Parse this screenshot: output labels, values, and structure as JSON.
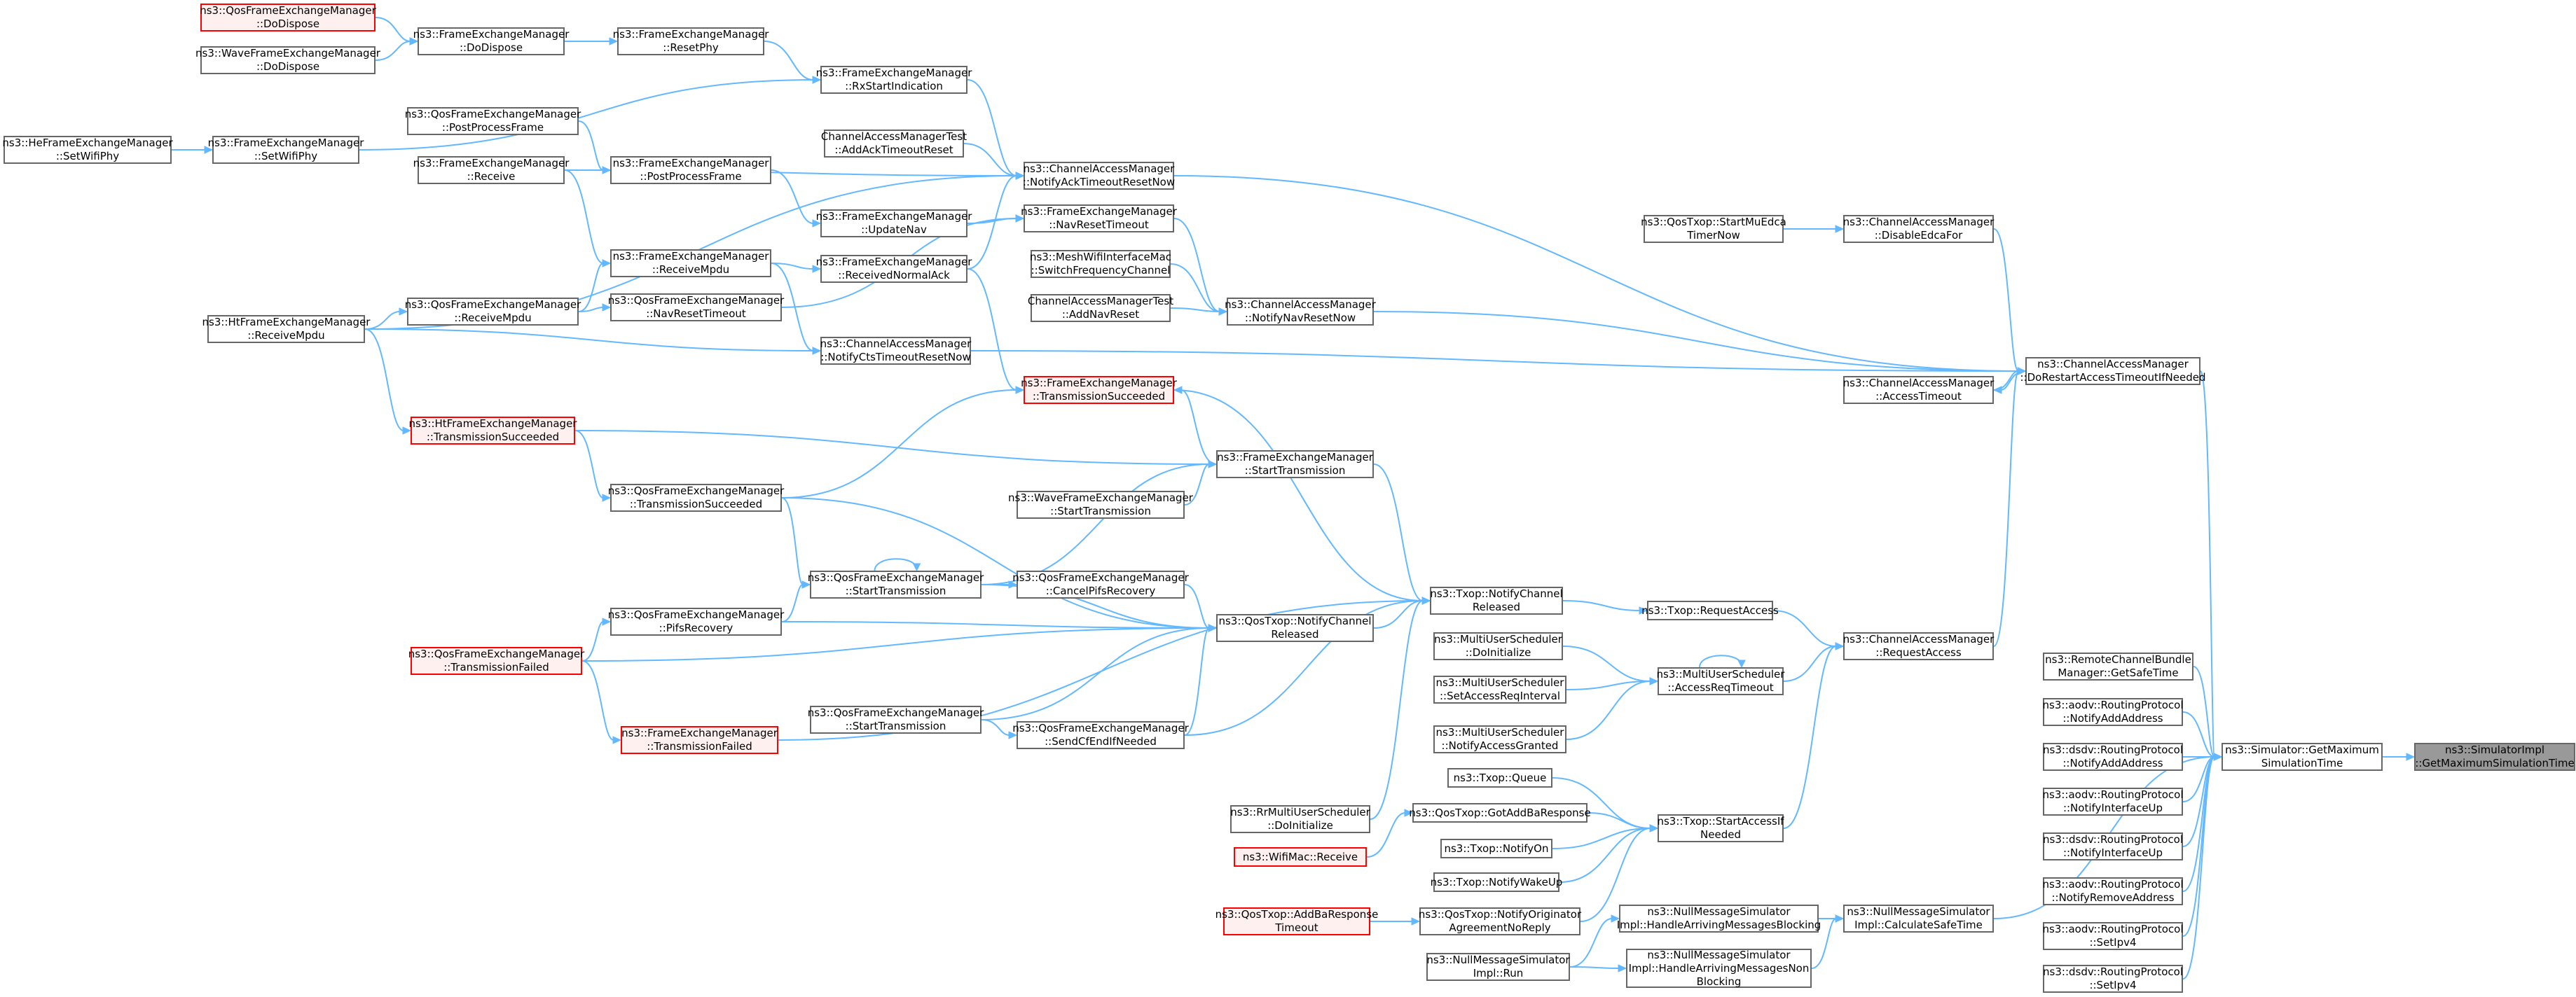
{
  "colors": {
    "edge": "#63b8ff",
    "node_border": "#666666",
    "node_red_border": "#ff0000",
    "node_red_fill": "#fff0f0",
    "focus_fill": "#999999"
  },
  "nodes": [
    {
      "id": "n0",
      "lines": [
        "ns3::SimulatorImpl",
        "::GetMaximumSimulationTime"
      ],
      "style": "focus"
    },
    {
      "id": "n1",
      "lines": [
        "ns3::Simulator::GetMaximum",
        "SimulationTime"
      ],
      "style": "normal"
    },
    {
      "id": "n2",
      "lines": [
        "ns3::ChannelAccessManager",
        "::DoRestartAccessTimeoutIfNeeded"
      ],
      "style": "normal"
    },
    {
      "id": "n3",
      "lines": [
        "ns3::ChannelAccessManager",
        "::AccessTimeout"
      ],
      "style": "normal"
    },
    {
      "id": "n4",
      "lines": [
        "ns3::ChannelAccessManager",
        "::DisableEdcaFor"
      ],
      "style": "normal"
    },
    {
      "id": "n5",
      "lines": [
        "ns3::QosTxop::StartMuEdca",
        "TimerNow"
      ],
      "style": "normal"
    },
    {
      "id": "n6",
      "lines": [
        "ns3::ChannelAccessManager",
        "::NotifyAckTimeoutResetNow"
      ],
      "style": "normal"
    },
    {
      "id": "n7",
      "lines": [
        "ChannelAccessManagerTest",
        "::AddAckTimeoutReset"
      ],
      "style": "normal"
    },
    {
      "id": "n8",
      "lines": [
        "ns3::FrameExchangeManager",
        "::RxStartIndication"
      ],
      "style": "normal"
    },
    {
      "id": "n9",
      "lines": [
        "ns3::FrameExchangeManager",
        "::ResetPhy"
      ],
      "style": "normal"
    },
    {
      "id": "n10",
      "lines": [
        "ns3::FrameExchangeManager",
        "::DoDispose"
      ],
      "style": "normal"
    },
    {
      "id": "n11",
      "lines": [
        "ns3::QosFrameExchangeManager",
        "::DoDispose"
      ],
      "style": "red"
    },
    {
      "id": "n12",
      "lines": [
        "ns3::WaveFrameExchangeManager",
        "::DoDispose"
      ],
      "style": "normal"
    },
    {
      "id": "n13",
      "lines": [
        "ns3::FrameExchangeManager",
        "::SetWifiPhy"
      ],
      "style": "normal"
    },
    {
      "id": "n14",
      "lines": [
        "ns3::HeFrameExchangeManager",
        "::SetWifiPhy"
      ],
      "style": "normal"
    },
    {
      "id": "n15",
      "lines": [
        "ns3::QosFrameExchangeManager",
        "::PostProcessFrame"
      ],
      "style": "normal"
    },
    {
      "id": "n16",
      "lines": [
        "ns3::FrameExchangeManager",
        "::PostProcessFrame"
      ],
      "style": "normal"
    },
    {
      "id": "n17",
      "lines": [
        "ns3::FrameExchangeManager",
        "::Receive"
      ],
      "style": "normal"
    },
    {
      "id": "n18",
      "lines": [
        "ns3::FrameExchangeManager",
        "::UpdateNav"
      ],
      "style": "normal"
    },
    {
      "id": "n19",
      "lines": [
        "ns3::FrameExchangeManager",
        "::NavResetTimeout"
      ],
      "style": "normal"
    },
    {
      "id": "n20",
      "lines": [
        "ns3::FrameExchangeManager",
        "::ReceiveMpdu"
      ],
      "style": "normal"
    },
    {
      "id": "n21",
      "lines": [
        "ns3::FrameExchangeManager",
        "::ReceivedNormalAck"
      ],
      "style": "normal"
    },
    {
      "id": "n22",
      "lines": [
        "ns3::MeshWifiInterfaceMac",
        "::SwitchFrequencyChannel"
      ],
      "style": "normal"
    },
    {
      "id": "n23",
      "lines": [
        "ns3::ChannelAccessManager",
        "::NotifyNavResetNow"
      ],
      "style": "normal"
    },
    {
      "id": "n24",
      "lines": [
        "ChannelAccessManagerTest",
        "::AddNavReset"
      ],
      "style": "normal"
    },
    {
      "id": "n25",
      "lines": [
        "ns3::QosFrameExchangeManager",
        "::ReceiveMpdu"
      ],
      "style": "normal"
    },
    {
      "id": "n26",
      "lines": [
        "ns3::QosFrameExchangeManager",
        "::NavResetTimeout"
      ],
      "style": "normal"
    },
    {
      "id": "n27",
      "lines": [
        "ns3::HtFrameExchangeManager",
        "::ReceiveMpdu"
      ],
      "style": "normal"
    },
    {
      "id": "n28",
      "lines": [
        "ns3::ChannelAccessManager",
        "::NotifyCtsTimeoutResetNow"
      ],
      "style": "normal"
    },
    {
      "id": "n29",
      "lines": [
        "ns3::FrameExchangeManager",
        "::TransmissionSucceeded"
      ],
      "style": "red"
    },
    {
      "id": "n30",
      "lines": [
        "ns3::HtFrameExchangeManager",
        "::TransmissionSucceeded"
      ],
      "style": "red"
    },
    {
      "id": "n31",
      "lines": [
        "ns3::FrameExchangeManager",
        "::StartTransmission"
      ],
      "style": "normal"
    },
    {
      "id": "n32",
      "lines": [
        "ns3::QosFrameExchangeManager",
        "::TransmissionSucceeded"
      ],
      "style": "normal"
    },
    {
      "id": "n33",
      "lines": [
        "ns3::WaveFrameExchangeManager",
        "::StartTransmission"
      ],
      "style": "normal"
    },
    {
      "id": "n34",
      "lines": [
        "ns3::QosFrameExchangeManager",
        "::StartTransmission"
      ],
      "style": "normal"
    },
    {
      "id": "n35",
      "lines": [
        "ns3::QosFrameExchangeManager",
        "::CancelPifsRecovery"
      ],
      "style": "normal"
    },
    {
      "id": "n36",
      "lines": [
        "ns3::Txop::NotifyChannel",
        "Released"
      ],
      "style": "normal"
    },
    {
      "id": "n37",
      "lines": [
        "ns3::Txop::RequestAccess"
      ],
      "style": "normal"
    },
    {
      "id": "n38",
      "lines": [
        "ns3::ChannelAccessManager",
        "::RequestAccess"
      ],
      "style": "normal"
    },
    {
      "id": "n39",
      "lines": [
        "ns3::QosFrameExchangeManager",
        "::PifsRecovery"
      ],
      "style": "normal"
    },
    {
      "id": "n40",
      "lines": [
        "ns3::QosTxop::NotifyChannel",
        "Released"
      ],
      "style": "normal"
    },
    {
      "id": "n41",
      "lines": [
        "ns3::QosFrameExchangeManager",
        "::TransmissionFailed"
      ],
      "style": "red"
    },
    {
      "id": "n42",
      "lines": [
        "ns3::MultiUserScheduler",
        "::DoInitialize"
      ],
      "style": "normal"
    },
    {
      "id": "n43",
      "lines": [
        "ns3::MultiUserScheduler",
        "::AccessReqTimeout"
      ],
      "style": "normal"
    },
    {
      "id": "n44",
      "lines": [
        "ns3::MultiUserScheduler",
        "::SetAccessReqInterval"
      ],
      "style": "normal"
    },
    {
      "id": "n45",
      "lines": [
        "ns3::FrameExchangeManager",
        "::TransmissionFailed"
      ],
      "style": "red"
    },
    {
      "id": "n46",
      "lines": [
        "ns3::QosFrameExchangeManager",
        "::StartTransmission"
      ],
      "style": "normal"
    },
    {
      "id": "n47",
      "lines": [
        "ns3::QosFrameExchangeManager",
        "::SendCfEndIfNeeded"
      ],
      "style": "normal"
    },
    {
      "id": "n48",
      "lines": [
        "ns3::MultiUserScheduler",
        "::NotifyAccessGranted"
      ],
      "style": "normal"
    },
    {
      "id": "n49",
      "lines": [
        "ns3::Txop::Queue"
      ],
      "style": "normal"
    },
    {
      "id": "n50",
      "lines": [
        "ns3::RrMultiUserScheduler",
        "::DoInitialize"
      ],
      "style": "normal"
    },
    {
      "id": "n51",
      "lines": [
        "ns3::QosTxop::GotAddBaResponse"
      ],
      "style": "normal"
    },
    {
      "id": "n52",
      "lines": [
        "ns3::Txop::StartAccessIf",
        "Needed"
      ],
      "style": "normal"
    },
    {
      "id": "n53",
      "lines": [
        "ns3::WifiMac::Receive"
      ],
      "style": "red"
    },
    {
      "id": "n54",
      "lines": [
        "ns3::Txop::NotifyOn"
      ],
      "style": "normal"
    },
    {
      "id": "n55",
      "lines": [
        "ns3::Txop::NotifyWakeUp"
      ],
      "style": "normal"
    },
    {
      "id": "n56",
      "lines": [
        "ns3::QosTxop::AddBaResponse",
        "Timeout"
      ],
      "style": "red"
    },
    {
      "id": "n57",
      "lines": [
        "ns3::QosTxop::NotifyOriginator",
        "AgreementNoReply"
      ],
      "style": "normal"
    },
    {
      "id": "n58",
      "lines": [
        "ns3::NullMessageSimulator",
        "Impl::HandleArrivingMessagesBlocking"
      ],
      "style": "normal"
    },
    {
      "id": "n59",
      "lines": [
        "ns3::NullMessageSimulator",
        "Impl::CalculateSafeTime"
      ],
      "style": "normal"
    },
    {
      "id": "n60",
      "lines": [
        "ns3::NullMessageSimulator",
        "Impl::Run"
      ],
      "style": "normal"
    },
    {
      "id": "n61",
      "lines": [
        "ns3::NullMessageSimulator",
        "Impl::HandleArrivingMessagesNon",
        "Blocking"
      ],
      "style": "normal"
    },
    {
      "id": "n62",
      "lines": [
        "ns3::RemoteChannelBundle",
        "Manager::GetSafeTime"
      ],
      "style": "normal"
    },
    {
      "id": "n63",
      "lines": [
        "ns3::aodv::RoutingProtocol",
        "::NotifyAddAddress"
      ],
      "style": "normal"
    },
    {
      "id": "n64",
      "lines": [
        "ns3::dsdv::RoutingProtocol",
        "::NotifyAddAddress"
      ],
      "style": "normal"
    },
    {
      "id": "n65",
      "lines": [
        "ns3::aodv::RoutingProtocol",
        "::NotifyInterfaceUp"
      ],
      "style": "normal"
    },
    {
      "id": "n66",
      "lines": [
        "ns3::dsdv::RoutingProtocol",
        "::NotifyInterfaceUp"
      ],
      "style": "normal"
    },
    {
      "id": "n67",
      "lines": [
        "ns3::aodv::RoutingProtocol",
        "::NotifyRemoveAddress"
      ],
      "style": "normal"
    },
    {
      "id": "n68",
      "lines": [
        "ns3::aodv::RoutingProtocol",
        "::SetIpv4"
      ],
      "style": "normal"
    },
    {
      "id": "n69",
      "lines": [
        "ns3::dsdv::RoutingProtocol",
        "::SetIpv4"
      ],
      "style": "normal"
    }
  ],
  "edges": [
    [
      "n1",
      "n0"
    ],
    [
      "n2",
      "n1"
    ],
    [
      "n3",
      "n2"
    ],
    [
      "n2",
      "n3"
    ],
    [
      "n4",
      "n2"
    ],
    [
      "n5",
      "n4"
    ],
    [
      "n6",
      "n2"
    ],
    [
      "n7",
      "n6"
    ],
    [
      "n8",
      "n6"
    ],
    [
      "n9",
      "n8"
    ],
    [
      "n10",
      "n9"
    ],
    [
      "n11",
      "n10"
    ],
    [
      "n12",
      "n10"
    ],
    [
      "n13",
      "n8"
    ],
    [
      "n14",
      "n13"
    ],
    [
      "n17",
      "n6"
    ],
    [
      "n27",
      "n6"
    ],
    [
      "n15",
      "n16"
    ],
    [
      "n17",
      "n16"
    ],
    [
      "n16",
      "n18"
    ],
    [
      "n18",
      "n19"
    ],
    [
      "n19",
      "n23"
    ],
    [
      "n17",
      "n20"
    ],
    [
      "n20",
      "n21"
    ],
    [
      "n21",
      "n6"
    ],
    [
      "n20",
      "n28"
    ],
    [
      "n22",
      "n23"
    ],
    [
      "n24",
      "n23"
    ],
    [
      "n23",
      "n2"
    ],
    [
      "n25",
      "n20"
    ],
    [
      "n27",
      "n25"
    ],
    [
      "n26",
      "n19"
    ],
    [
      "n25",
      "n26"
    ],
    [
      "n27",
      "n28"
    ],
    [
      "n28",
      "n2"
    ],
    [
      "n21",
      "n29"
    ],
    [
      "n27",
      "n30"
    ],
    [
      "n29",
      "n36"
    ],
    [
      "n31",
      "n36"
    ],
    [
      "n31",
      "n29"
    ],
    [
      "n30",
      "n31"
    ],
    [
      "n33",
      "n31"
    ],
    [
      "n32",
      "n29"
    ],
    [
      "n30",
      "n32"
    ],
    [
      "n34",
      "n31"
    ],
    [
      "n32",
      "n34"
    ],
    [
      "n34",
      "n34"
    ],
    [
      "n39",
      "n34"
    ],
    [
      "n34",
      "n35"
    ],
    [
      "n35",
      "n40"
    ],
    [
      "n36",
      "n37"
    ],
    [
      "n37",
      "n38"
    ],
    [
      "n38",
      "n2"
    ],
    [
      "n40",
      "n36"
    ],
    [
      "n32",
      "n40"
    ],
    [
      "n34",
      "n40"
    ],
    [
      "n39",
      "n40"
    ],
    [
      "n41",
      "n39"
    ],
    [
      "n41",
      "n40"
    ],
    [
      "n41",
      "n45"
    ],
    [
      "n45",
      "n36"
    ],
    [
      "n46",
      "n40"
    ],
    [
      "n47",
      "n40"
    ],
    [
      "n46",
      "n47"
    ],
    [
      "n47",
      "n36"
    ],
    [
      "n42",
      "n43"
    ],
    [
      "n44",
      "n43"
    ],
    [
      "n48",
      "n43"
    ],
    [
      "n43",
      "n43"
    ],
    [
      "n43",
      "n38"
    ],
    [
      "n50",
      "n36"
    ],
    [
      "n49",
      "n52"
    ],
    [
      "n51",
      "n52"
    ],
    [
      "n53",
      "n51"
    ],
    [
      "n54",
      "n52"
    ],
    [
      "n55",
      "n52"
    ],
    [
      "n57",
      "n52"
    ],
    [
      "n56",
      "n57"
    ],
    [
      "n52",
      "n38"
    ],
    [
      "n58",
      "n59"
    ],
    [
      "n60",
      "n58"
    ],
    [
      "n61",
      "n59"
    ],
    [
      "n60",
      "n61"
    ],
    [
      "n59",
      "n1"
    ],
    [
      "n62",
      "n1"
    ],
    [
      "n63",
      "n1"
    ],
    [
      "n64",
      "n1"
    ],
    [
      "n65",
      "n1"
    ],
    [
      "n66",
      "n1"
    ],
    [
      "n67",
      "n1"
    ],
    [
      "n68",
      "n1"
    ],
    [
      "n69",
      "n1"
    ]
  ]
}
